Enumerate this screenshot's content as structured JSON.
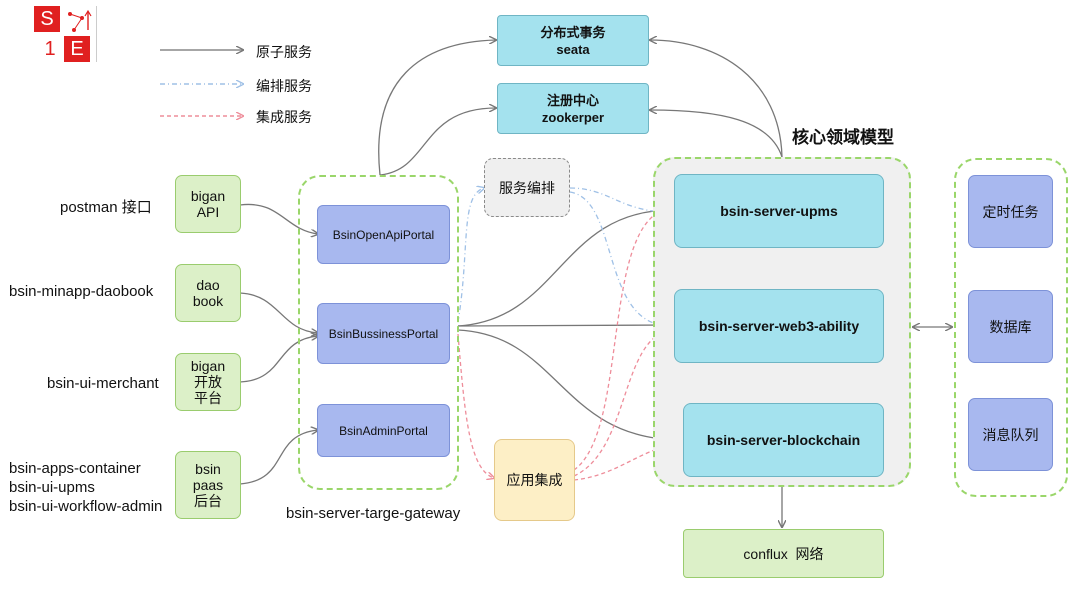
{
  "logo": {
    "letters": [
      "S",
      "1",
      "E"
    ]
  },
  "legend": [
    {
      "label": "原子服务",
      "color": "#888888"
    },
    {
      "label": "编排服务",
      "color": "#9fc0e6"
    },
    {
      "label": "集成服务",
      "color": "#ee8d9a"
    }
  ],
  "clients": {
    "postman_label": "postman 接口",
    "daobook_label": "bsin-minapp-daobook",
    "merchant_label": "bsin-ui-merchant",
    "admin_labels": [
      "bsin-apps-container",
      "bsin-ui-upms",
      "bsin-ui-workflow-admin"
    ]
  },
  "client_boxes": [
    {
      "lines": [
        "bigan",
        "API"
      ]
    },
    {
      "lines": [
        "dao",
        "book"
      ]
    },
    {
      "lines": [
        "bigan",
        "开放",
        "平台"
      ]
    },
    {
      "lines": [
        "bsin",
        "paas",
        "后台"
      ]
    }
  ],
  "gateway": {
    "label": "bsin-server-targe-gateway",
    "portals": [
      "BsinOpenApiPortal",
      "BsinBussinessPortal",
      "BsinAdminPortal"
    ]
  },
  "top_services": [
    {
      "title": "分布式事务",
      "subtitle": "seata"
    },
    {
      "title": "注册中心",
      "subtitle": "zookerper"
    }
  ],
  "orchestration": {
    "label": "服务编排"
  },
  "integration": {
    "label": "应用集成"
  },
  "core": {
    "title": "核心领域模型",
    "services": [
      "bsin-server-upms",
      "bsin-server-web3-ability",
      "bsin-server-blockchain"
    ]
  },
  "infrastructure": [
    "定时任务",
    "数据库",
    "消息队列"
  ],
  "network": {
    "label": "conflux  网络"
  },
  "colors": {
    "client_fill": "#dcf0c8",
    "portal_fill": "#a8b8ef",
    "service_fill": "#a4e2ee",
    "group_border": "#9ad66a",
    "logo_red": "#e02020"
  }
}
